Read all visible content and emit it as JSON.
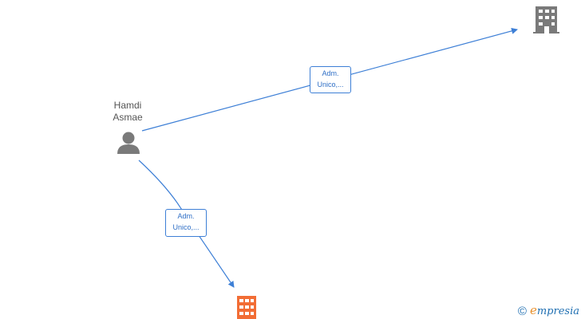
{
  "person": {
    "name_line1": "Hamdi",
    "name_line2": "Asmae"
  },
  "relations": [
    {
      "label_line1": "Adm.",
      "label_line2": "Unico,..."
    },
    {
      "label_line1": "Adm.",
      "label_line2": "Unico,..."
    }
  ],
  "icons": {
    "person": "person-icon",
    "company_top_right": "building-icon",
    "company_bottom": "building-icon"
  },
  "colors": {
    "edge": "#3d7fd6",
    "person_icon": "#7a7a7a",
    "company_gray": "#7a7a7a",
    "company_highlight": "#f26d35",
    "brand": "#1f6fb2",
    "brand_accent": "#e8912e"
  },
  "brand": {
    "copyright": "©",
    "initial": "e",
    "name_rest": "mpresia"
  }
}
